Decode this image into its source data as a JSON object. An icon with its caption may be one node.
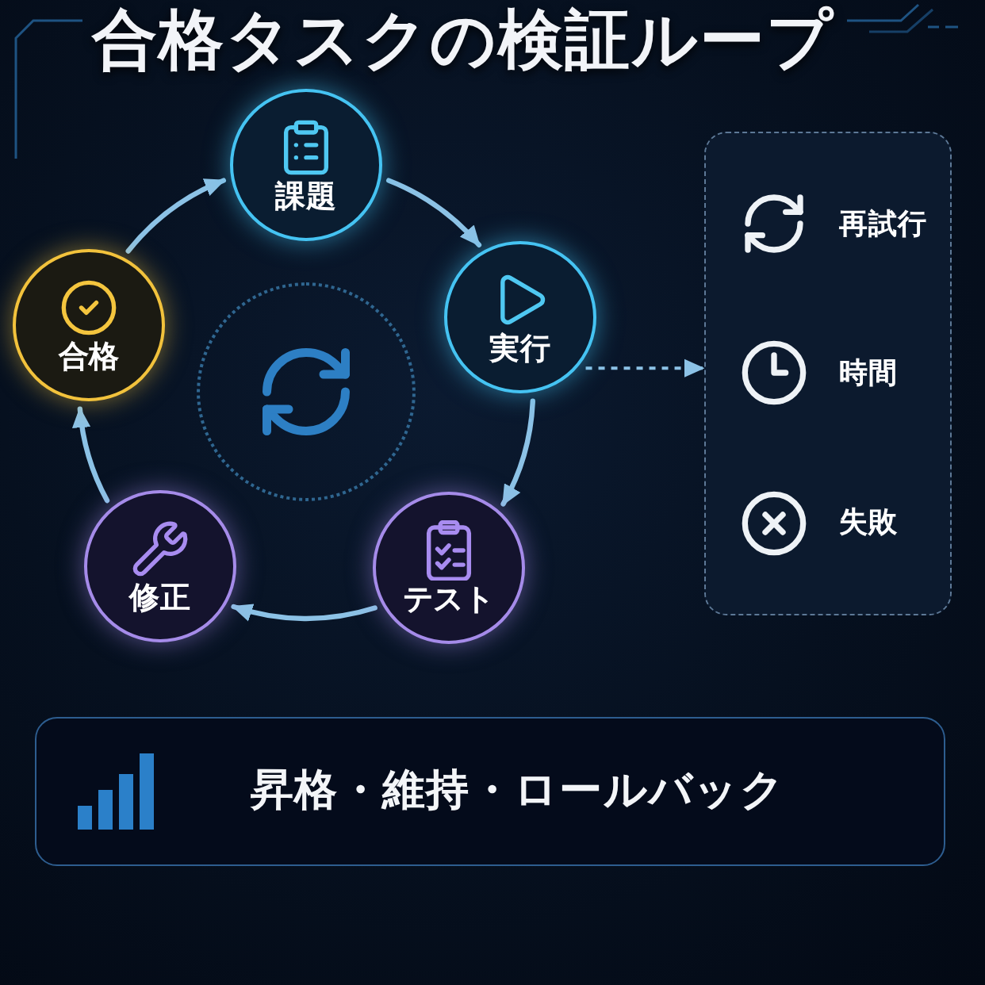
{
  "diagram": {
    "title": "合格タスクの検証ループ",
    "nodes": [
      {
        "text": [
          "課題"
        ]
      },
      {
        "text": [
          "実行"
        ]
      },
      {
        "text": [
          "テスト"
        ]
      },
      {
        "text": [
          "修正"
        ]
      },
      {
        "text": [
          "合格"
        ]
      },
      {
        "text": [],
        "shape": "circle"
      },
      {
        "text": [
          "再試行",
          "時間",
          "失敗"
        ]
      },
      {
        "text": [
          "昇格・維持・ロールバック"
        ]
      }
    ],
    "edges": [
      {
        "from": 0,
        "to": 1,
        "arrow": "to"
      },
      {
        "from": 1,
        "to": 2,
        "arrow": "to"
      },
      {
        "from": 2,
        "to": 3,
        "arrow": "to"
      },
      {
        "from": 3,
        "to": 4,
        "arrow": "to"
      },
      {
        "from": 4,
        "to": 0,
        "arrow": "to"
      },
      {
        "from": 1,
        "to": 6,
        "arrow": "to",
        "style": "dashed"
      }
    ]
  }
}
